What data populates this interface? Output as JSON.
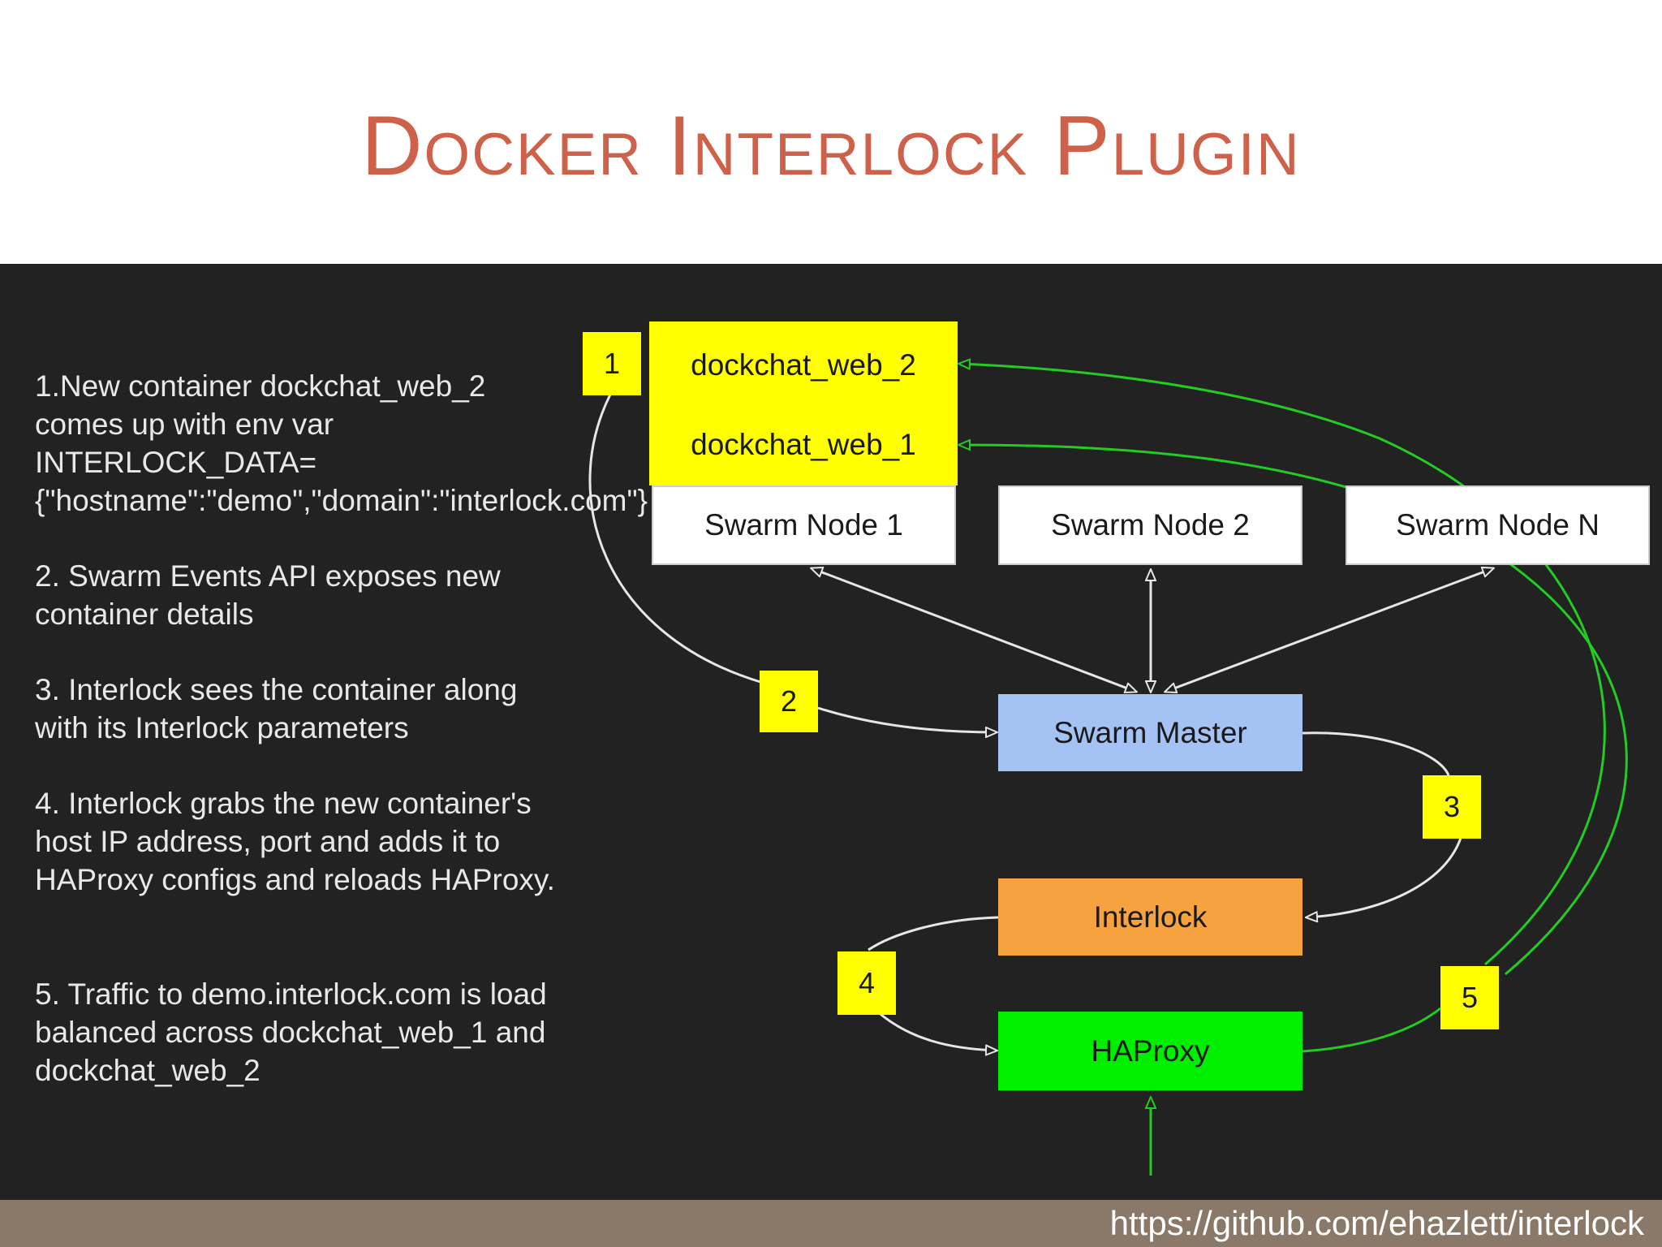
{
  "title": "Docker Interlock Plugin",
  "footer_url": "https://github.com/ehazlett/interlock",
  "steps": [
    "1.New container dockchat_web_2 comes up with env var INTERLOCK_DATA={\"hostname\":\"demo\",\"domain\":\"interlock.com\"}",
    "2. Swarm Events API exposes new container details",
    "3. Interlock sees the container along with its Interlock parameters",
    "4. Interlock grabs the new container's host IP address, port and adds it to HAProxy configs and reloads HAProxy.",
    "5. Traffic to demo.interlock.com is load balanced across dockchat_web_1 and dockchat_web_2"
  ],
  "diagram": {
    "containers": [
      "dockchat_web_2",
      "dockchat_web_1"
    ],
    "nodes": [
      "Swarm Node 1",
      "Swarm Node 2",
      "Swarm Node N"
    ],
    "master": "Swarm Master",
    "interlock": "Interlock",
    "haproxy": "HAProxy",
    "badges": [
      "1",
      "2",
      "3",
      "4",
      "5"
    ]
  },
  "colors": {
    "title": "#cd614a",
    "panel": "#222222",
    "footer": "#8a7868",
    "container": "#ffff00",
    "master": "#a4c2f4",
    "interlock": "#f6a23f",
    "haproxy": "#00ee00",
    "green_wire": "#22cc22",
    "white_wire": "#e6e6e6"
  }
}
